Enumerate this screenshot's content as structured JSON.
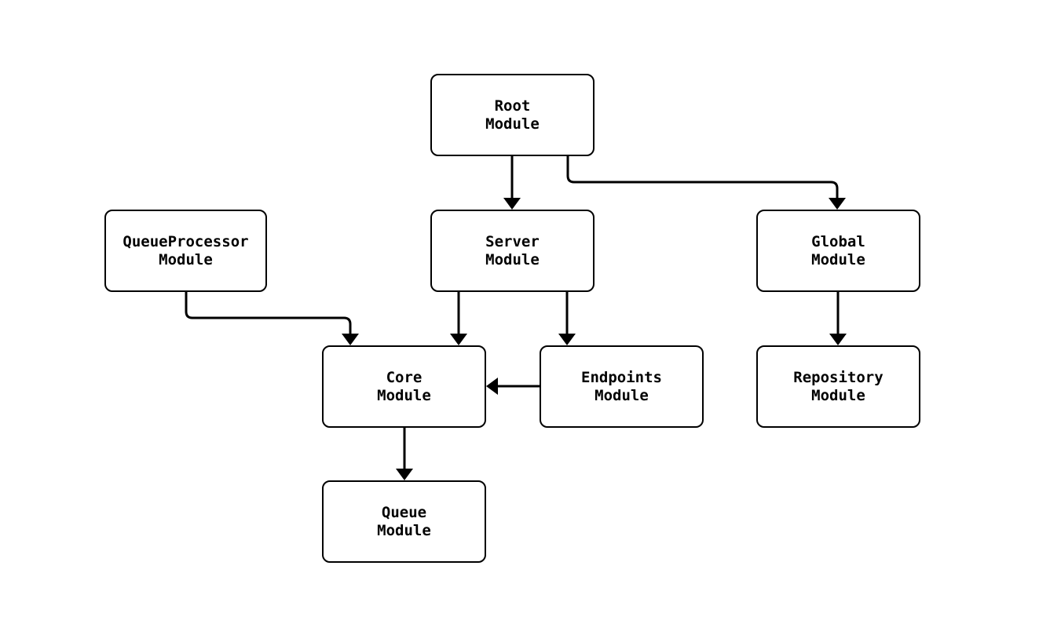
{
  "diagram": {
    "type": "module-dependency-flowchart",
    "background": "#ffffff",
    "node_fill": "#ffffff",
    "node_stroke": "#000000",
    "edge_color": "#000000",
    "nodes": {
      "root": {
        "label": "Root\nModule"
      },
      "server": {
        "label": "Server\nModule"
      },
      "global": {
        "label": "Global\nModule"
      },
      "queueprocessor": {
        "label": "QueueProcessor\nModule"
      },
      "core": {
        "label": "Core\nModule"
      },
      "endpoints": {
        "label": "Endpoints\nModule"
      },
      "repository": {
        "label": "Repository\nModule"
      },
      "queue": {
        "label": "Queue\nModule"
      }
    },
    "edges": [
      {
        "from": "Root Module",
        "to": "Server Module"
      },
      {
        "from": "Root Module",
        "to": "Global Module"
      },
      {
        "from": "QueueProcessor Module",
        "to": "Core Module"
      },
      {
        "from": "Server Module",
        "to": "Core Module"
      },
      {
        "from": "Server Module",
        "to": "Endpoints Module"
      },
      {
        "from": "Endpoints Module",
        "to": "Core Module"
      },
      {
        "from": "Global Module",
        "to": "Repository Module"
      },
      {
        "from": "Core Module",
        "to": "Queue Module"
      }
    ]
  }
}
